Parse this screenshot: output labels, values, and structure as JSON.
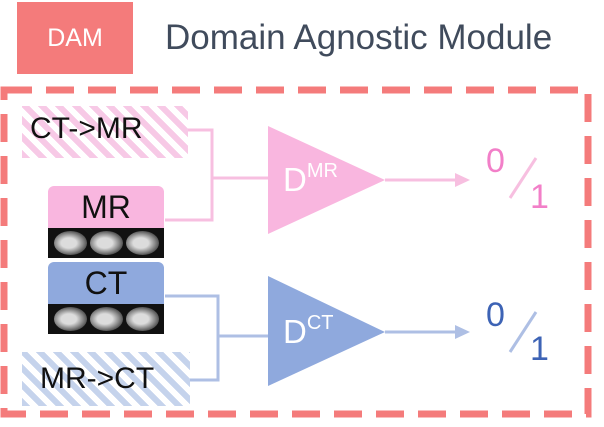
{
  "header": {
    "tag": "DAM",
    "title": "Domain Agnostic Module"
  },
  "inputs": {
    "ct_to_mr": "CT->MR",
    "mr": "MR",
    "ct": "CT",
    "mr_to_ct": "MR->CT"
  },
  "discriminators": {
    "mr": {
      "base": "D",
      "sup": "MR"
    },
    "ct": {
      "base": "D",
      "sup": "CT"
    }
  },
  "outputs": {
    "mr": {
      "zero": "0",
      "one": "1"
    },
    "ct": {
      "zero": "0",
      "one": "1"
    }
  },
  "colors": {
    "accent_red": "#f47b7b",
    "mr_pink": "#f9b6df",
    "ct_blue": "#8fa9dd",
    "text_dark": "#404b5c"
  }
}
